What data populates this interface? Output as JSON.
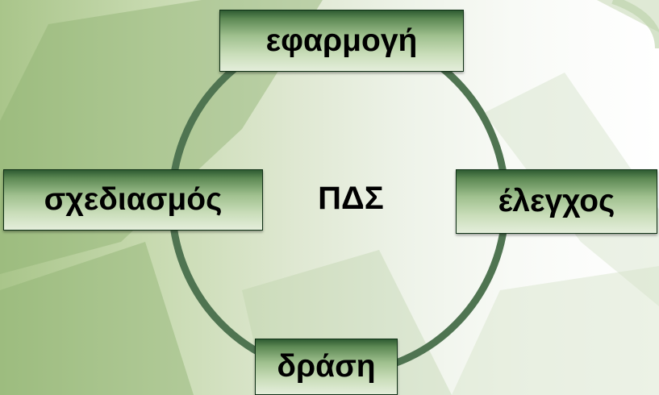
{
  "diagram": {
    "center_label": "ΠΔΣ",
    "stages": {
      "top": "εφαρμογή",
      "right": "έλεγχος",
      "bottom": "δράση",
      "left": "σχεδιασμός"
    }
  },
  "colors": {
    "cycle_ring": "#4f7451",
    "box_top": "#2e5b32",
    "box_bottom": "#e4eedb",
    "background_left": "#a9c58a",
    "background_right": "#ffffff"
  }
}
